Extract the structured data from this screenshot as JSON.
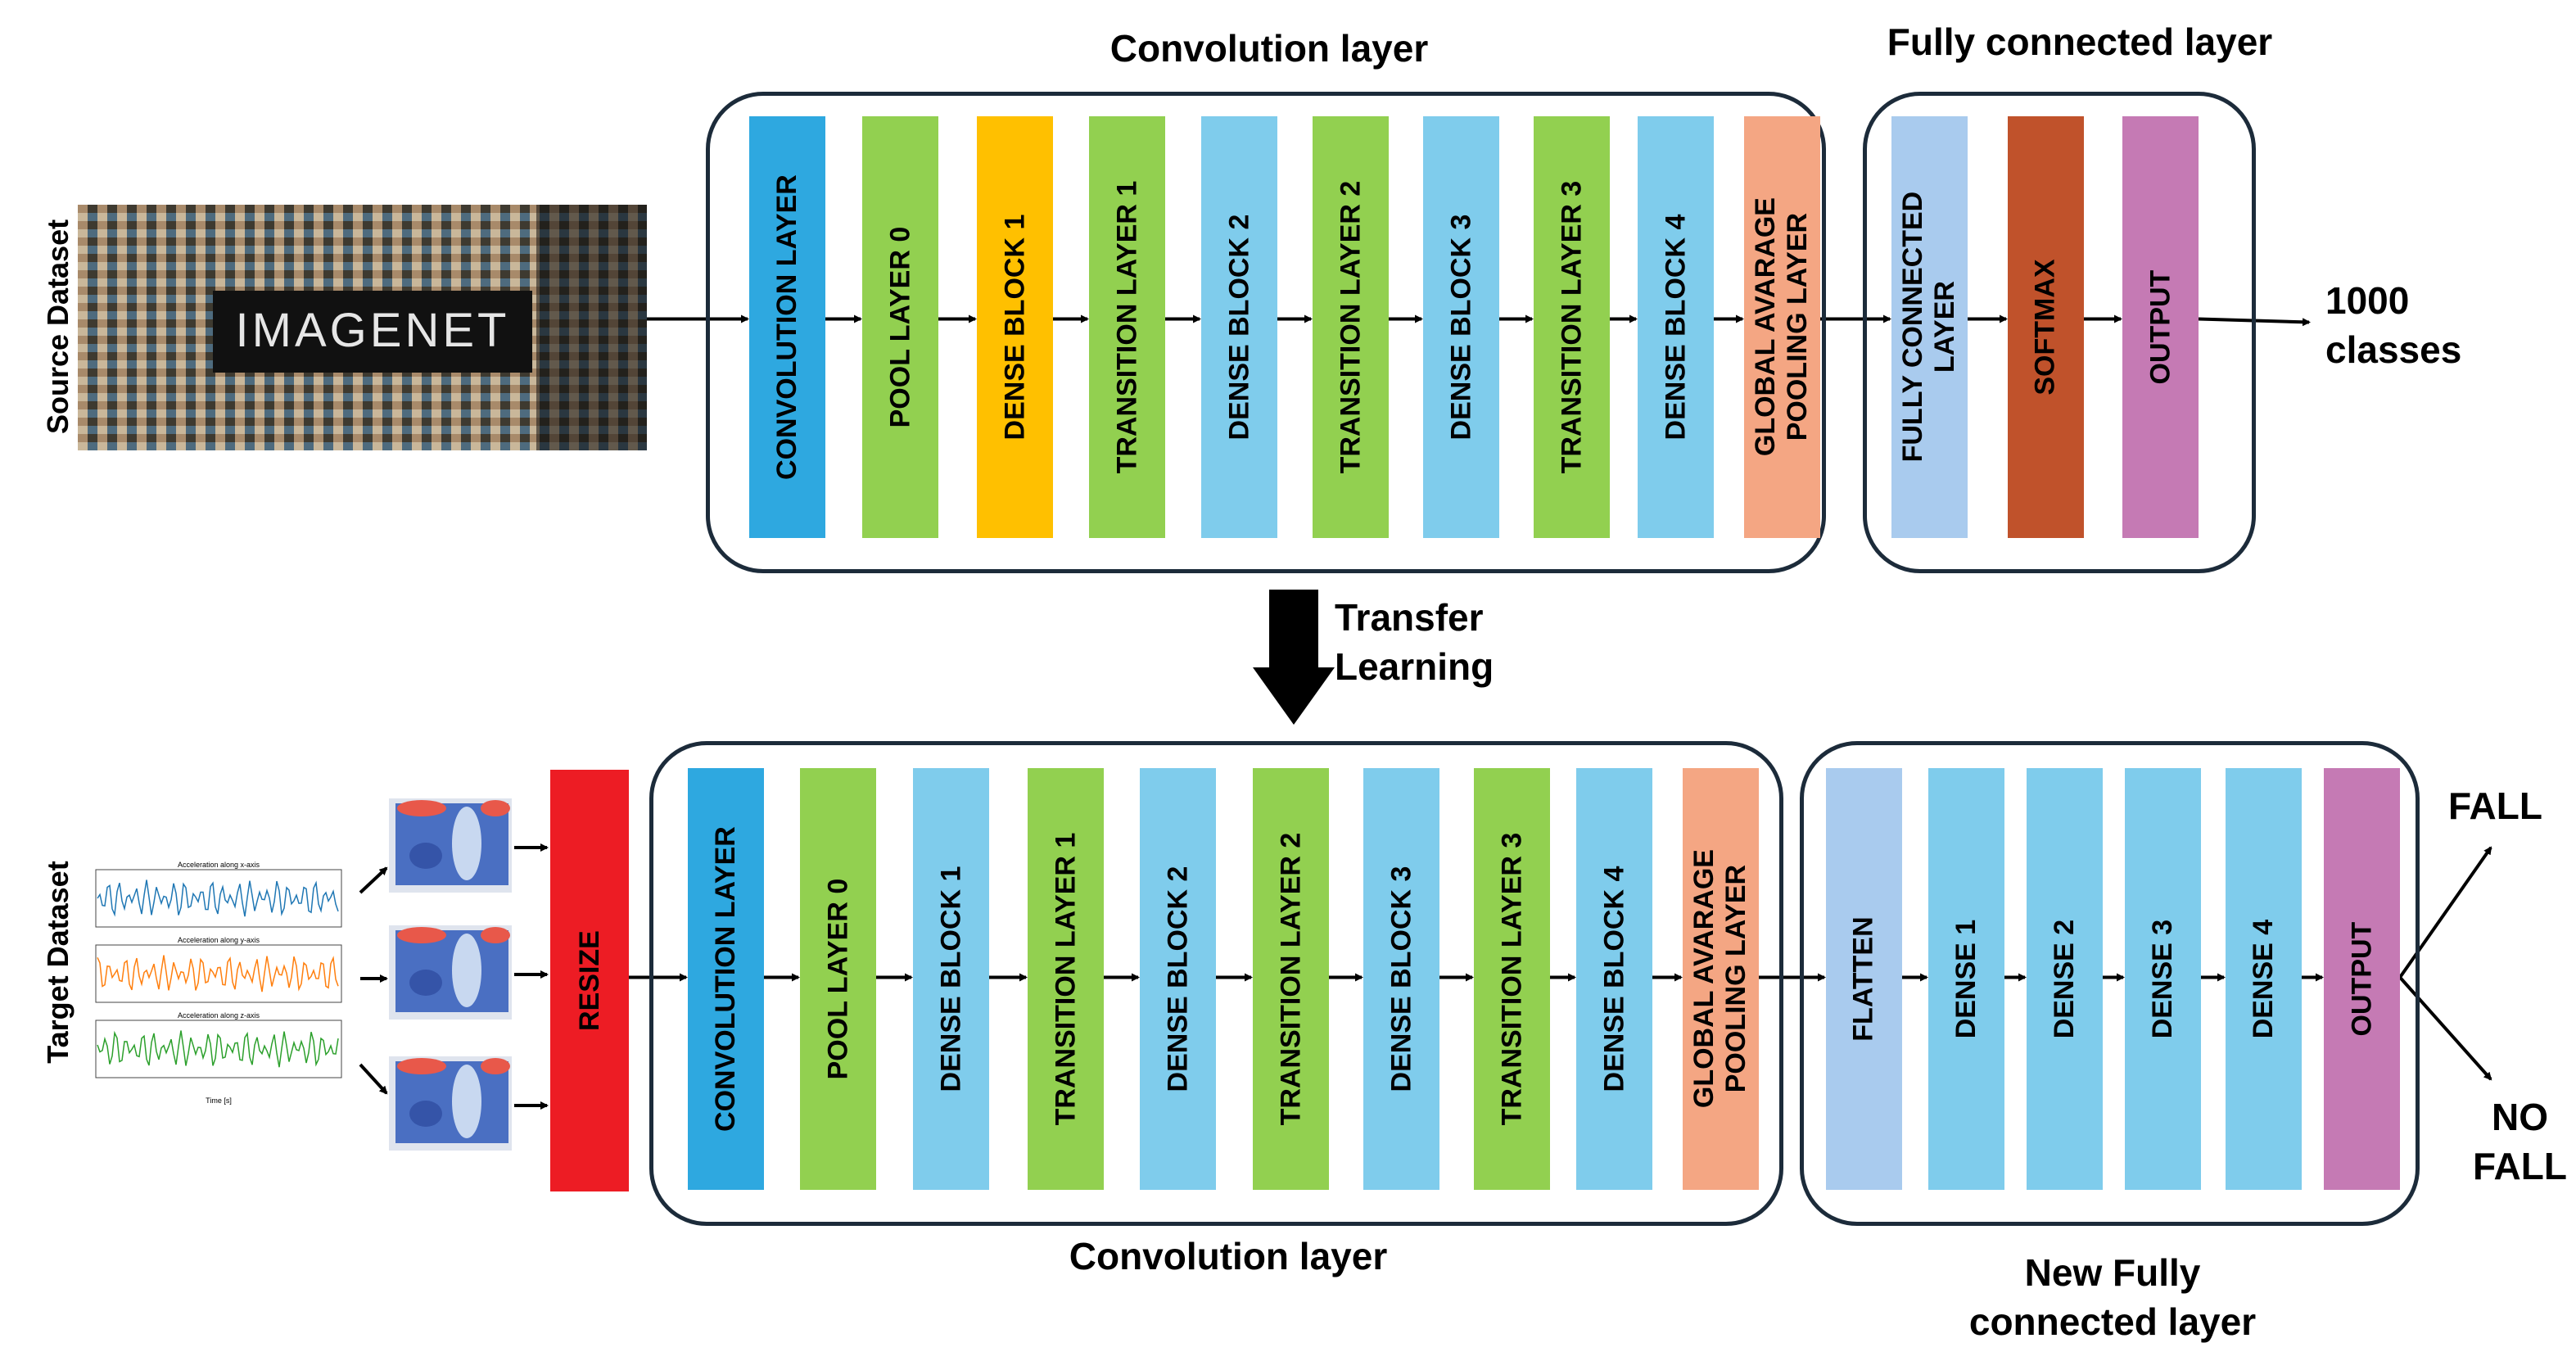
{
  "top": {
    "side_label": "Source Dataset",
    "image_logo_text": "IMAGENET",
    "conv_heading": "Convolution layer",
    "fc_heading": "Fully connected layer",
    "conv_layers": [
      {
        "label": "CONVOLUTION LAYER",
        "color": "#2ea8e0"
      },
      {
        "label": "POOL LAYER 0",
        "color": "#92d050"
      },
      {
        "label": "DENSE BLOCK 1",
        "color": "#ffc000"
      },
      {
        "label": "TRANSITION LAYER 1",
        "color": "#92d050"
      },
      {
        "label": "DENSE BLOCK 2",
        "color": "#7fccec"
      },
      {
        "label": "TRANSITION LAYER 2",
        "color": "#92d050"
      },
      {
        "label": "DENSE BLOCK 3",
        "color": "#7fccec"
      },
      {
        "label": "TRANSITION LAYER 3",
        "color": "#92d050"
      },
      {
        "label": "DENSE BLOCK 4",
        "color": "#7fccec"
      },
      {
        "label": "GLOBAL AVARAGE\nPOOLING LAYER",
        "color": "#f4a683"
      }
    ],
    "fc_layers": [
      {
        "label": "FULLY CONNECTED\nLAYER",
        "color": "#a9cbee"
      },
      {
        "label": "SOFTMAX",
        "color": "#c0522b"
      },
      {
        "label": "OUTPUT",
        "color": "#c57ab4"
      }
    ],
    "result": "1000\nclasses"
  },
  "transfer_label": "Transfer\nLearning",
  "bottom": {
    "side_label": "Target Dataset",
    "signal_plot_titles": [
      "Acceleration along x-axis",
      "Acceleration along y-axis",
      "Acceleration along z-axis"
    ],
    "signal_xlabel": "Time [s]",
    "resize_label": "RESIZE",
    "resize_color": "#ed1c24",
    "conv_heading": "Convolution layer",
    "fc_heading": "New Fully\nconnected layer",
    "conv_layers": [
      {
        "label": "CONVOLUTION LAYER",
        "color": "#2ea8e0"
      },
      {
        "label": "POOL LAYER 0",
        "color": "#92d050"
      },
      {
        "label": "DENSE BLOCK 1",
        "color": "#7fccec"
      },
      {
        "label": "TRANSITION LAYER 1",
        "color": "#92d050"
      },
      {
        "label": "DENSE BLOCK 2",
        "color": "#7fccec"
      },
      {
        "label": "TRANSITION LAYER 2",
        "color": "#92d050"
      },
      {
        "label": "DENSE BLOCK 3",
        "color": "#7fccec"
      },
      {
        "label": "TRANSITION LAYER 3",
        "color": "#92d050"
      },
      {
        "label": "DENSE BLOCK 4",
        "color": "#7fccec"
      },
      {
        "label": "GLOBAL AVARAGE\nPOOLING LAYER",
        "color": "#f4a683"
      }
    ],
    "fc_layers": [
      {
        "label": "FLATTEN",
        "color": "#a9cbee"
      },
      {
        "label": "DENSE 1",
        "color": "#7fccec"
      },
      {
        "label": "DENSE 2",
        "color": "#7fccec"
      },
      {
        "label": "DENSE 3",
        "color": "#7fccec"
      },
      {
        "label": "DENSE 4",
        "color": "#7fccec"
      },
      {
        "label": "OUTPUT",
        "color": "#c57ab4"
      }
    ],
    "outputs": [
      "FALL",
      "NO\nFALL"
    ]
  }
}
